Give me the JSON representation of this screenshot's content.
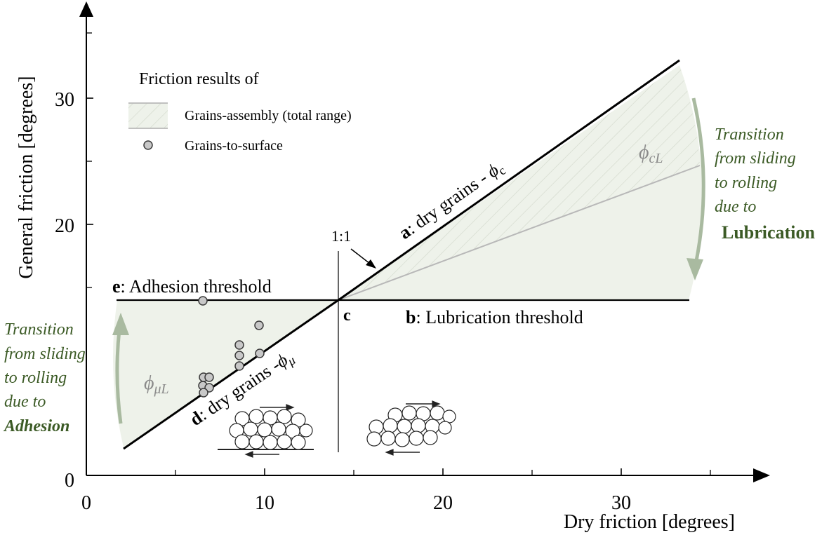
{
  "axes": {
    "x_label": "Dry friction [degrees]",
    "y_label": "General friction [degrees]",
    "x_ticks": [
      "0",
      "10",
      "20",
      "30"
    ],
    "y_ticks": [
      "0",
      "20",
      "30"
    ]
  },
  "legend": {
    "title": "Friction results of",
    "assembly_label": "Grains-assembly (total range)",
    "surface_label": "Grains-to-surface"
  },
  "annotations": {
    "ratio": "1:1",
    "point_c": "c",
    "line_a_letter": "a",
    "line_a_text": ": dry grains - ",
    "line_a_symbol": "ϕ",
    "line_a_sub": "c",
    "line_b_letter": "b",
    "line_b_text": ": Lubrication threshold",
    "line_d_letter": "d",
    "line_d_text": ": dry grains -",
    "line_d_symbol": "ϕ",
    "line_d_sub": "μ",
    "line_e_letter": "e",
    "line_e_text": ": Adhesion threshold",
    "phi_cl_symbol": "ϕ",
    "phi_cl_sub": "cL",
    "phi_ul_symbol": "ϕ",
    "phi_ul_sub": "μL"
  },
  "right_note": {
    "lines": [
      "Transition",
      "from sliding",
      "to rolling",
      "due to"
    ],
    "keyword": "Lubrication"
  },
  "left_note": {
    "lines": [
      "Transition",
      "from sliding",
      "to rolling",
      "due to"
    ],
    "keyword": "Adhesion"
  },
  "colors": {
    "region_fill": "#eef2ea",
    "note_green": "#3b5a25",
    "arrow_green": "#a9baa0",
    "marker_fill": "#c8c8c8"
  }
}
